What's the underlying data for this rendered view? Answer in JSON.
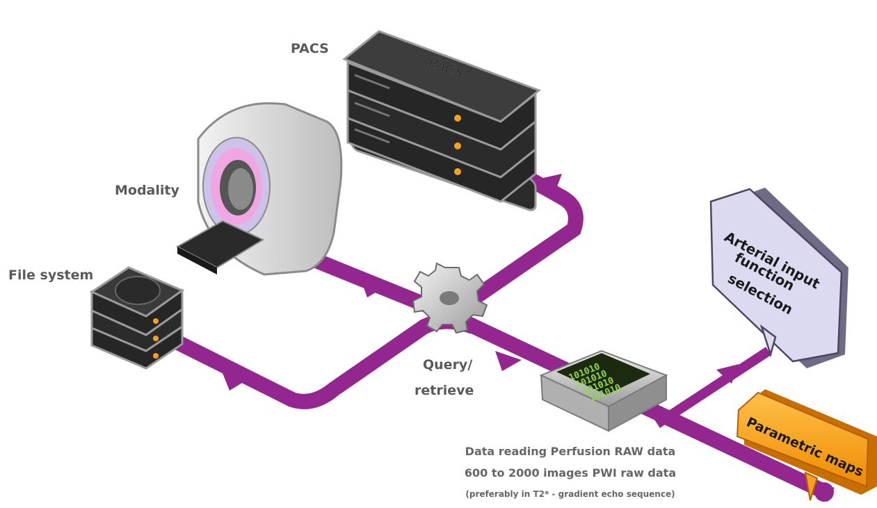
{
  "labels": {
    "pacs": "PACS",
    "pacs_device": "PACS",
    "modality": "Modality",
    "file_system": "File system",
    "query_retrieve_line1": "Query/",
    "query_retrieve_line2": "retrieve",
    "chip_bits": [
      "101010",
      "101010",
      "101010",
      "101010"
    ],
    "aif_lines": [
      "Arterial input",
      "function",
      "selection"
    ],
    "parametric_maps": "Parametric maps",
    "caption_line1": "Data reading Perfusion RAW data",
    "caption_line2": "600 to 2000 images PWI raw data",
    "caption_line3": "(preferably in T2* - gradient echo sequence)"
  },
  "colors": {
    "flow": "#93278f",
    "accent_orange": "#f7a21b",
    "chip_green": "#6cc04a",
    "callout_lavender": "#dcdaf0",
    "dark_server": "#2b2b2b"
  },
  "icons": [
    "pacs-server-icon",
    "mri-scanner-icon",
    "file-system-icon",
    "gear-icon",
    "data-chip-icon"
  ]
}
